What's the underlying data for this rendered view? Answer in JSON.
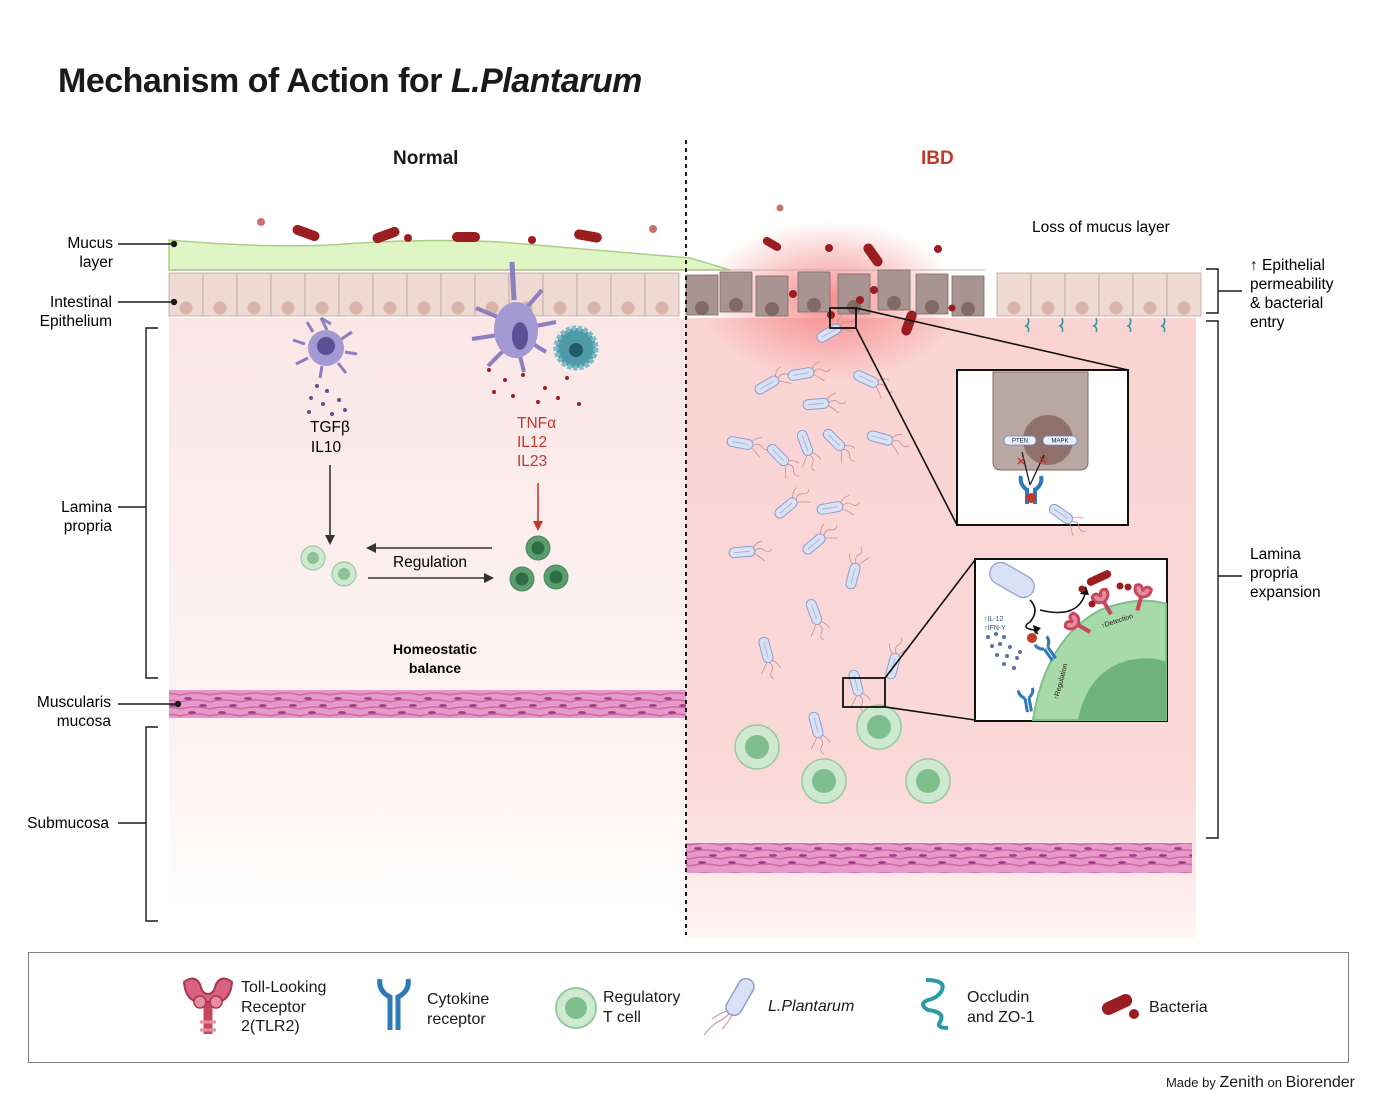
{
  "title": {
    "prefix": "Mechanism of Action for ",
    "italic": "L.Plantarum"
  },
  "panels": {
    "normal": "Normal",
    "ibd": "IBD"
  },
  "left_labels": {
    "mucus_layer": [
      "Mucus",
      "layer"
    ],
    "intestinal_epithelium": [
      "Intestinal",
      "Epithelium"
    ],
    "lamina_propria": [
      "Lamina",
      "propria"
    ],
    "muscularis_mucosa": [
      "Muscularis",
      "mucosa"
    ],
    "submucosa": "Submucosa"
  },
  "normal": {
    "anti_inflammatory": [
      "TGFβ",
      "IL10"
    ],
    "pro_inflammatory": [
      "TNFα",
      "IL12",
      "IL23"
    ],
    "regulation": "Regulation",
    "homeostatic": [
      "Homeostatic",
      "balance"
    ]
  },
  "ibd": {
    "loss_of_mucus": "Loss of mucus layer",
    "epithelial_permeability": [
      "↑ Epithelial",
      "permeability",
      "& bacterial",
      "entry"
    ],
    "lamina_expansion": [
      "Lamina",
      "propria",
      "expansion"
    ],
    "inset_top": {
      "pten": "PTEN",
      "mapk": "MAPK"
    },
    "inset_bottom": {
      "il12": "↑IL-12",
      "ifn": "↑IFN-Y",
      "regulation": "↑Regulation",
      "detection": "↑Detection"
    }
  },
  "colors": {
    "ibd_red": "#c0392b",
    "pro_red": "#c0392b",
    "mucus_green": "#dff5c4",
    "lamina_pink": "#fbe8e8",
    "ibd_pink": "#fbd5d5",
    "muscle_pink": "#e48fc2",
    "treg_green": "#7fbf8e",
    "bacteria": "#9b1d20",
    "lp_blue": "#c9d5ef"
  },
  "legend": {
    "items": [
      {
        "icon": "tlr2-icon",
        "label": [
          "Toll-Looking",
          "Receptor",
          "2(TLR2)"
        ]
      },
      {
        "icon": "cytokine-receptor-icon",
        "label": [
          "Cytokine",
          "receptor"
        ]
      },
      {
        "icon": "regulatory-t-cell-icon",
        "label": [
          "Regulatory",
          "T cell"
        ]
      },
      {
        "icon": "l-plantarum-icon",
        "label": [
          "L.Plantarum"
        ]
      },
      {
        "icon": "occludin-icon",
        "label": [
          "Occludin",
          "and ZO-1"
        ]
      },
      {
        "icon": "bacteria-icon",
        "label": [
          "Bacteria"
        ]
      }
    ]
  },
  "credit": {
    "made_by": "Made by",
    "author": "Zenith",
    "on": "on",
    "tool": "Biorender"
  }
}
